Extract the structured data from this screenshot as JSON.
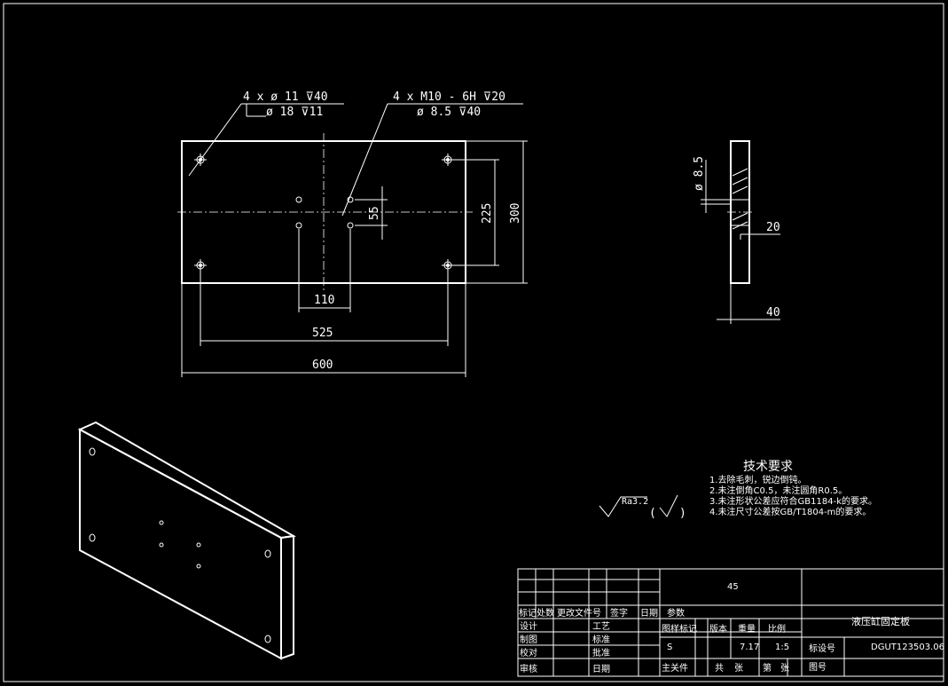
{
  "front_view": {
    "callout_left_line1": "4 x  ø 11  ⊽40",
    "callout_left_line2": "ø 18  ⊽11",
    "callout_right_line1": "4 x  M10 - 6H   ⊽20",
    "callout_right_line2": "ø 8.5  ⊽40",
    "dim_300": "300",
    "dim_225": "225",
    "dim_55": "55",
    "dim_110": "110",
    "dim_525": "525",
    "dim_600": "600"
  },
  "side_view": {
    "dim_hole": "ø 8.5",
    "dim_20": "20",
    "dim_40": "40"
  },
  "tech_requirements": {
    "title": "技术要求",
    "items": [
      "1.去除毛刺，锐边倒钝。",
      "2.未注倒角C0.5，未注圆角R0.5。",
      "3.未注形状公差应符合GB1184-k的要求。",
      "4.未注尺寸公差按GB/T1804-m的要求。"
    ],
    "roughness": "Ra3.2"
  },
  "title_block": {
    "material": "45",
    "part_name": "液压缸固定板",
    "drawing_no": "DGUT123503.06",
    "weight": "7.17",
    "scale": "1:5",
    "stage": "S",
    "row_headers": [
      "标记",
      "处数",
      "更改文件号",
      "签字",
      "日期"
    ],
    "left_labels": [
      "设计",
      "制图",
      "校对",
      "审核"
    ],
    "mid_labels": [
      "工艺",
      "标准",
      "批准",
      "日期"
    ],
    "param_label": "参数",
    "stage_headers": [
      "图样标记",
      "版本",
      "重量",
      "比例"
    ],
    "bottom_labels": [
      "主关件",
      "共",
      "张",
      "第",
      "张"
    ],
    "std_label": "标设号",
    "fig_label": "图号"
  }
}
